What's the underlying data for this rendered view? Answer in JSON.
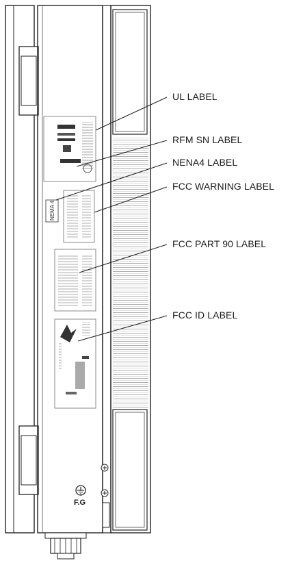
{
  "callouts": {
    "ul_label": "UL LABEL",
    "rfm_sn_label": "RFM SN LABEL",
    "nena4_label": "NENA4 LABEL",
    "fcc_warning_label": "FCC WARNING LABEL",
    "fcc_part90_label": "FCC PART 90 LABEL",
    "fcc_id_label": "FCC ID LABEL"
  },
  "ground": {
    "label": "F.G"
  },
  "nena_tag": {
    "text": "NEMA 4"
  }
}
